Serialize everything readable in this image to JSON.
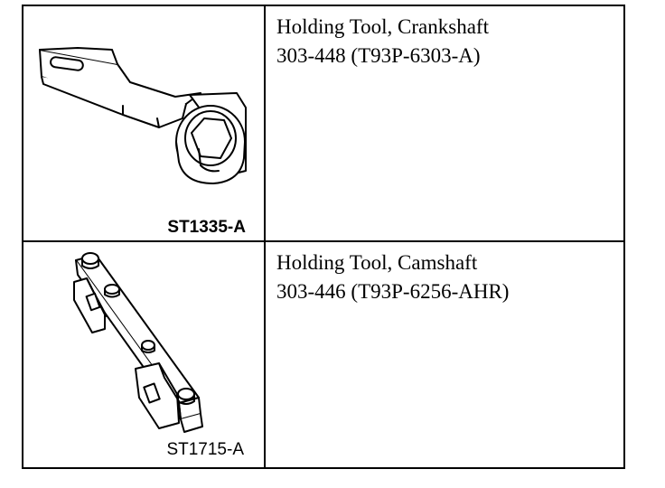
{
  "rows": [
    {
      "name": "Holding Tool, Crankshaft",
      "number": "303-448 (T93P-6303-A)",
      "ref": "ST1335-A",
      "illustration": "crankshaft-holding-tool-icon"
    },
    {
      "name": "Holding Tool, Camshaft",
      "number": "303-446 (T93P-6256-AHR)",
      "ref": "ST1715-A",
      "illustration": "camshaft-holding-tool-icon"
    }
  ]
}
